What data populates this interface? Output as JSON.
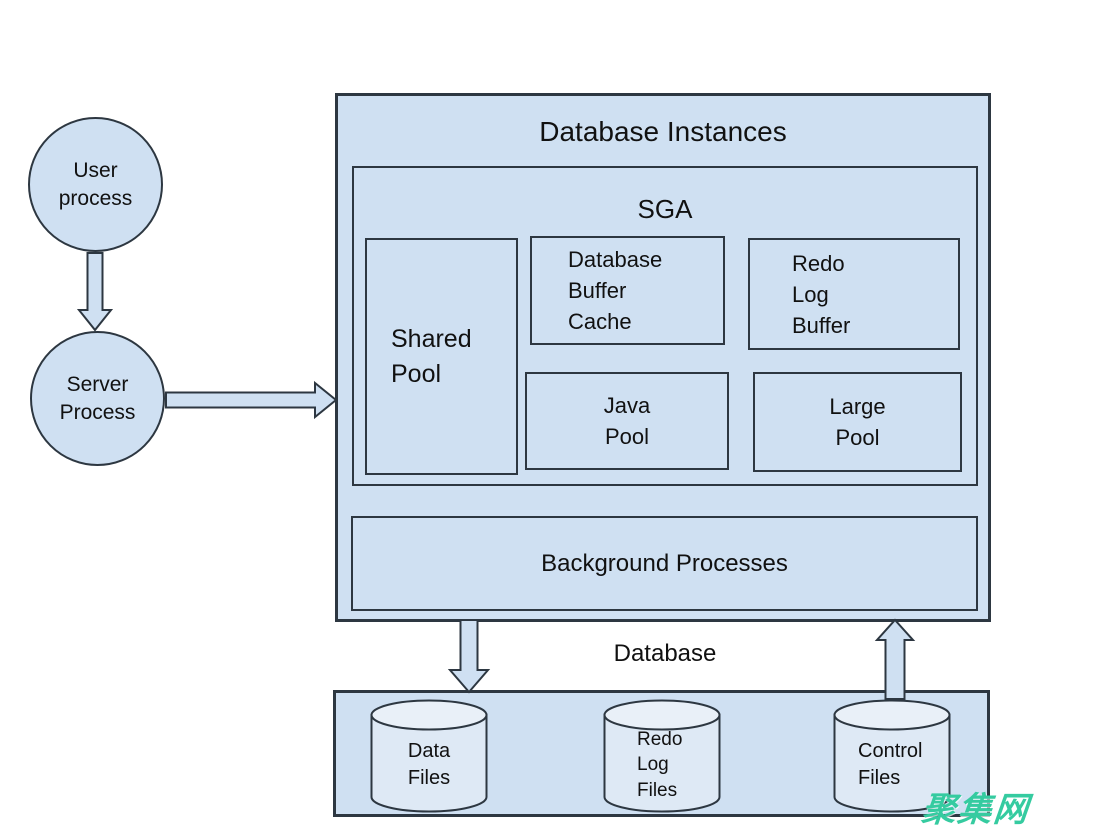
{
  "colors": {
    "shape_fill": "#cfe0f2",
    "shape_border": "#2d3741",
    "cylinder_body": "#dee9f5",
    "cylinder_top": "#e9f0f8",
    "text": "#111111",
    "watermark": "#35cba0",
    "background": "#ffffff"
  },
  "diagram": {
    "user_process": {
      "label": "User\nprocess"
    },
    "server_process": {
      "label": "Server\nProcess"
    },
    "database_instances": {
      "title": "Database Instances"
    },
    "sga": {
      "title": "SGA",
      "shared_pool": {
        "label": "Shared\nPool"
      },
      "database_buffer_cache": {
        "label": "Database\nBuffer\nCache"
      },
      "redo_log_buffer": {
        "label": "Redo\nLog\nBuffer"
      },
      "java_pool": {
        "label": "Java\nPool"
      },
      "large_pool": {
        "label": "Large\nPool"
      }
    },
    "background_processes": {
      "label": "Background Processes"
    },
    "database_section": {
      "label": "Database",
      "data_files": {
        "label": "Data\nFiles"
      },
      "redo_log_files": {
        "label": "Redo\nLog\nFiles"
      },
      "control_files": {
        "label": "Control\nFiles"
      }
    }
  },
  "watermark": {
    "text": "聚集网"
  }
}
